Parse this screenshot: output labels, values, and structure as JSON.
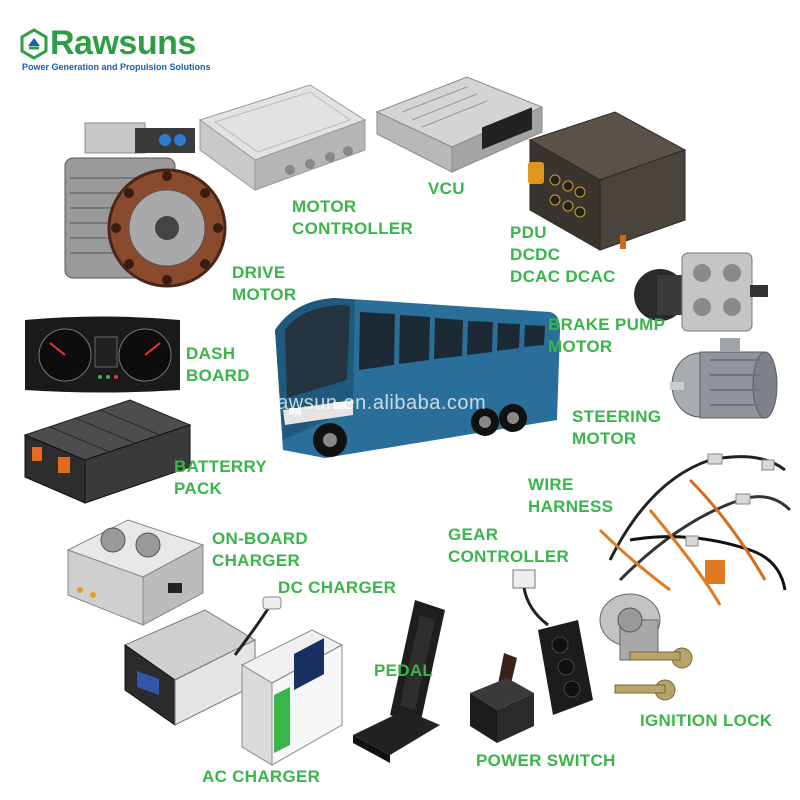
{
  "brand": {
    "name": "Rawsuns",
    "tagline": "Power Generation and Propulsion Solutions",
    "watermark": "rawsun.en.alibaba.com",
    "color_green": "#39b54a",
    "color_blue": "#1b5fa8"
  },
  "labels": {
    "motor_controller": "MOTOR\nCONTROLLER",
    "vcu": "VCU",
    "pdu": "PDU\nDCDC\nDCAC DCAC",
    "drive_motor": "DRIVE\nMOTOR",
    "brake_pump_motor": "BRAKE PUMP\nMOTOR",
    "dash_board": "DASH\nBOARD",
    "steering_motor": "STEERING\nMOTOR",
    "battery_pack": "BATTERRY\nPACK",
    "wire_harness": "WIRE\nHARNESS",
    "gear_controller": "GEAR\nCONTROLLER",
    "on_board_charger": "ON-BOARD\nCHARGER",
    "dc_charger": "DC CHARGER",
    "pedal": "PEDAL",
    "ignition_lock": "IGNITION LOCK",
    "power_switch": "POWER SWITCH",
    "ac_charger": "AC CHARGER"
  }
}
